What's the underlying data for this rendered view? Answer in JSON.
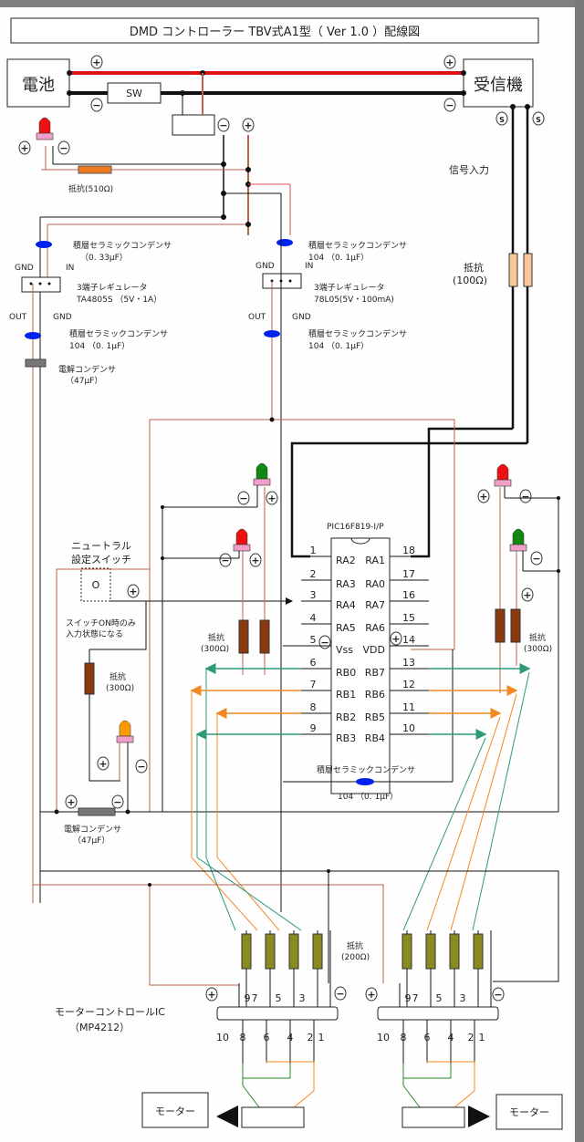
{
  "title": "DMD コントローラー TBV式A1型（ Ver 1.0 ）配線図",
  "blocks": {
    "battery": "電池",
    "receiver": "受信機",
    "switch": "SW",
    "motor_left": "モーター",
    "motor_right": "モーター"
  },
  "symbols": {
    "plus": "+",
    "minus": "−",
    "signal": "S"
  },
  "labels": {
    "resistor_510": "抵抗(510Ω)",
    "signal_input": "信号入力",
    "resistor_100_line1": "抵抗",
    "resistor_100_line2": "(100Ω)",
    "reg1": {
      "cap_in_name": "積層セラミックコンデンサ",
      "cap_in_value": "（0. 33μF）",
      "gnd": "GND",
      "in": "IN",
      "out": "OUT",
      "gnd2": "GND",
      "reg_name": "3端子レギュレータ",
      "reg_part": "TA4805S （5V・1A）",
      "cap_out_name": "積層セラミックコンデンサ",
      "cap_out_value": "104 （0. 1μF）",
      "elec_name": "電解コンデンサ",
      "elec_value": "（47μF）"
    },
    "reg2": {
      "cap_in_name": "積層セラミックコンデンサ",
      "cap_in_value": "104 （0. 1μF）",
      "gnd": "GND",
      "in": "IN",
      "out": "OUT",
      "gnd2": "GND",
      "reg_name": "3端子レギュレータ",
      "reg_part": "78L05(5V・100mA)",
      "cap_out_name": "積層セラミックコンデンサ",
      "cap_out_value": "104 （0. 1μF）"
    },
    "neutral_switch_line1": "ニュートラル",
    "neutral_switch_line2": "設定スイッチ",
    "neutral_switch_symbol": "O",
    "switch_note_line1": "スイッチON時のみ",
    "switch_note_line2": "入力状態になる",
    "resistor_300_a_line1": "抵抗",
    "resistor_300_a_line2": "(300Ω)",
    "resistor_300_b_line1": "抵抗",
    "resistor_300_b_line2": "(300Ω)",
    "resistor_300_c_line1": "抵抗",
    "resistor_300_c_line2": "(300Ω)",
    "pic_cap_name": "積層セラミックコンデンサ",
    "pic_cap_value": "104 （0. 1μF）",
    "elec2_name": "電解コンデンサ",
    "elec2_value": "（47μF）",
    "resistor_200_line1": "抵抗",
    "resistor_200_line2": "(200Ω)",
    "motor_ic_line1": "モーターコントロールIC",
    "motor_ic_line2": "（MP4212）"
  },
  "pic": {
    "name": "PIC16F819-I/P",
    "left_pins": [
      {
        "num": "1",
        "name": "RA2"
      },
      {
        "num": "2",
        "name": "RA3"
      },
      {
        "num": "3",
        "name": "RA4"
      },
      {
        "num": "4",
        "name": "RA5"
      },
      {
        "num": "5",
        "name": "Vss"
      },
      {
        "num": "6",
        "name": "RB0"
      },
      {
        "num": "7",
        "name": "RB1"
      },
      {
        "num": "8",
        "name": "RB2"
      },
      {
        "num": "9",
        "name": "RB3"
      }
    ],
    "right_pins": [
      {
        "num": "18",
        "name": "RA1"
      },
      {
        "num": "17",
        "name": "RA0"
      },
      {
        "num": "16",
        "name": "RA7"
      },
      {
        "num": "15",
        "name": "RA6"
      },
      {
        "num": "14",
        "name": "VDD"
      },
      {
        "num": "13",
        "name": "RB7"
      },
      {
        "num": "12",
        "name": "RB6"
      },
      {
        "num": "11",
        "name": "RB5"
      },
      {
        "num": "10",
        "name": "RB4"
      }
    ]
  },
  "mp4212": {
    "top_pins": [
      "9",
      "7",
      "5",
      "3"
    ],
    "bottom_pins": [
      "10",
      "8",
      "6",
      "4",
      "2",
      "1"
    ]
  },
  "colors": {
    "wire_black": "#111111",
    "wire_red": "#dd1111",
    "wire_brown": "#c0604a",
    "wire_teal": "#2e9a78",
    "wire_orange": "#f08a20",
    "wire_green": "#228b22",
    "led_red": "#ee1111",
    "led_green": "#118811",
    "led_orange": "#ff9900",
    "led_base": "#f0a0c8",
    "resistor_orange": "#f07a20",
    "resistor_peach": "#f8c898",
    "resistor_brown": "#8b3a10",
    "resistor_olive": "#8a8a20",
    "cap_blue": "#0022ee",
    "cap_grey": "#777777"
  }
}
